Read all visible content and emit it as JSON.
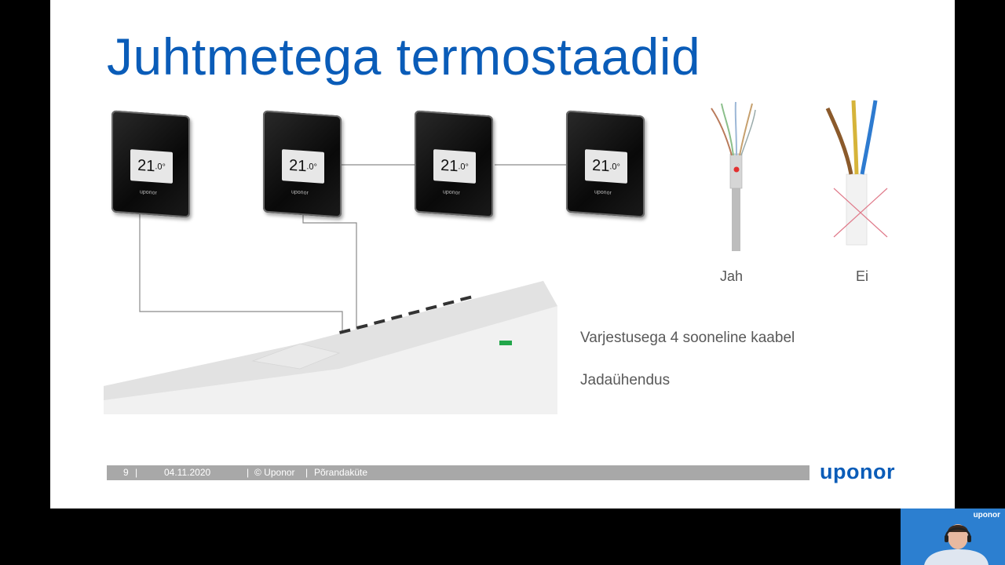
{
  "slide": {
    "title": "Juhtmetega termostaadid",
    "thermostats": [
      {
        "temp_main": "21",
        "temp_dec": ".0",
        "unit": "°",
        "brand": "uponor"
      },
      {
        "temp_main": "21",
        "temp_dec": ".0",
        "unit": "°",
        "brand": "uponor"
      },
      {
        "temp_main": "21",
        "temp_dec": ".0",
        "unit": "°",
        "brand": "uponor"
      },
      {
        "temp_main": "21",
        "temp_dec": ".0",
        "unit": "°",
        "brand": "uponor"
      }
    ],
    "cable_yes_label": "Jah",
    "cable_no_label": "Ei",
    "description_1": "Varjestusega 4 sooneline kaabel",
    "description_2": "Jadaühendus",
    "footer": {
      "page_number": "9",
      "date": "04.11.2020",
      "copyright": "© Uponor",
      "topic": "Põrandaküte"
    },
    "logo": "uponor"
  },
  "webcam": {
    "logo": "uponor"
  },
  "colors": {
    "brand_blue": "#0a5cb8",
    "footer_gray": "#a8a8a8"
  }
}
